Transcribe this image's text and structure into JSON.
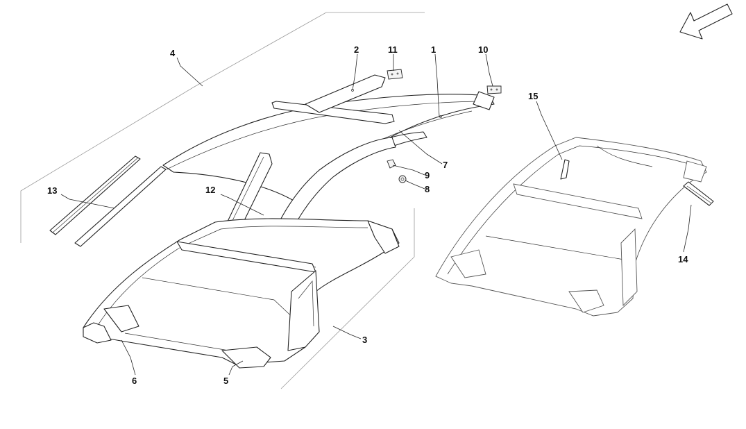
{
  "diagram": {
    "callouts": [
      {
        "id": "1",
        "label": "1"
      },
      {
        "id": "2",
        "label": "2"
      },
      {
        "id": "3",
        "label": "3"
      },
      {
        "id": "4",
        "label": "4"
      },
      {
        "id": "5",
        "label": "5"
      },
      {
        "id": "6",
        "label": "6"
      },
      {
        "id": "7",
        "label": "7"
      },
      {
        "id": "8",
        "label": "8"
      },
      {
        "id": "9",
        "label": "9"
      },
      {
        "id": "10",
        "label": "10"
      },
      {
        "id": "11",
        "label": "11"
      },
      {
        "id": "12",
        "label": "12"
      },
      {
        "id": "13",
        "label": "13"
      },
      {
        "id": "14",
        "label": "14"
      },
      {
        "id": "15",
        "label": "15"
      }
    ],
    "icons": {
      "direction": "arrow-direction-icon"
    }
  }
}
